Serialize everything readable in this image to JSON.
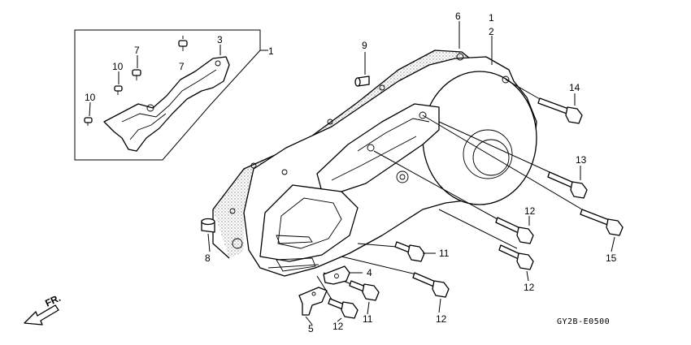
{
  "diagram_code": "GY2B-E0500",
  "direction_label": "FR.",
  "callouts": [
    {
      "id": "c1a",
      "text": "1"
    },
    {
      "id": "c1b",
      "text": "1"
    },
    {
      "id": "c2",
      "text": "2"
    },
    {
      "id": "c3",
      "text": "3"
    },
    {
      "id": "c4",
      "text": "4"
    },
    {
      "id": "c5",
      "text": "5"
    },
    {
      "id": "c6",
      "text": "6"
    },
    {
      "id": "c7a",
      "text": "7"
    },
    {
      "id": "c7b",
      "text": "7"
    },
    {
      "id": "c8",
      "text": "8"
    },
    {
      "id": "c9",
      "text": "9"
    },
    {
      "id": "c10a",
      "text": "10"
    },
    {
      "id": "c10b",
      "text": "10"
    },
    {
      "id": "c11a",
      "text": "11"
    },
    {
      "id": "c11b",
      "text": "11"
    },
    {
      "id": "c12a",
      "text": "12"
    },
    {
      "id": "c12b",
      "text": "12"
    },
    {
      "id": "c12c",
      "text": "12"
    },
    {
      "id": "c12d",
      "text": "12"
    },
    {
      "id": "c13",
      "text": "13"
    },
    {
      "id": "c14",
      "text": "14"
    },
    {
      "id": "c15",
      "text": "15"
    }
  ]
}
